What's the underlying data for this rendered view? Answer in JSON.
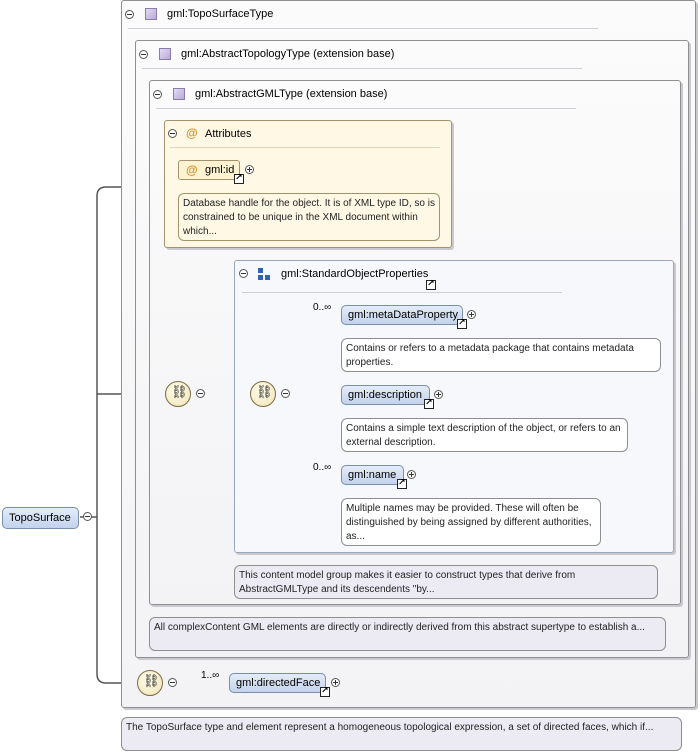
{
  "types": {
    "topo_surface_type": "gml:TopoSurfaceType",
    "abstract_topology_type": "gml:AbstractTopologyType (extension base)",
    "abstract_gml_type": "gml:AbstractGMLType (extension base)"
  },
  "attributes": {
    "header": "Attributes",
    "at_symbol": "@",
    "id_label": "gml:id",
    "id_doc": "Database handle for the object. It is of XML type ID, so is constrained to be unique in the XML document within which..."
  },
  "group": {
    "label": "gml:StandardObjectProperties",
    "group_doc": "This content model group makes it easier to construct types that derive from AbstractGMLType and its descendents \"by..."
  },
  "elements": [
    {
      "name": "gml:metaDataProperty",
      "occurrence": "0..∞",
      "doc": "Contains or refers to a metadata package that contains metadata properties."
    },
    {
      "name": "gml:description",
      "occurrence": "",
      "doc": "Contains a simple text description of the object, or refers to an external description."
    },
    {
      "name": "gml:name",
      "occurrence": "0..∞",
      "doc": "Multiple names may be provided. These will often be distinguished by being assigned by different authorities, as..."
    }
  ],
  "abstract_gml_doc": "All complexContent GML elements are directly or indirectly derived from this abstract supertype to establish a...",
  "root": {
    "name": "TopoSurface"
  },
  "directed_face": {
    "name": "gml:directedFace",
    "occurrence": "1..∞"
  },
  "root_doc": "The TopoSurface type and element represent a homogeneous topological expression, a set of directed faces, which if...",
  "icons": {
    "sequence": "⛓",
    "colors": {
      "element_fill": "#c3d3ec",
      "note_fill": "#ecebf4",
      "attribute_fill": "#fff8e4"
    }
  }
}
